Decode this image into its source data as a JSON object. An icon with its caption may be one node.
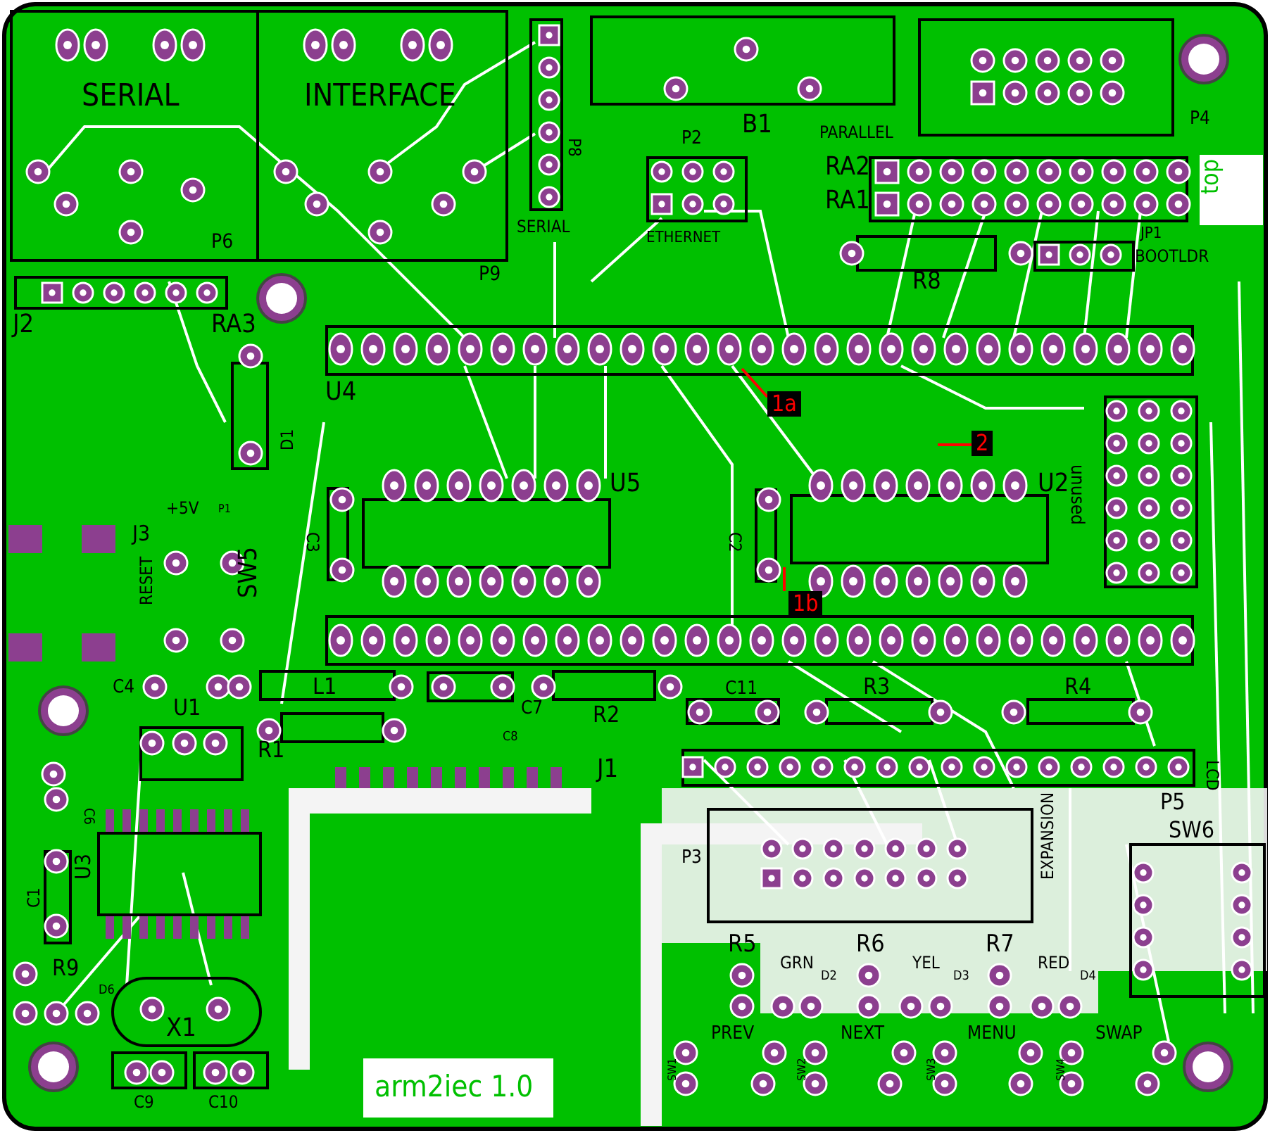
{
  "diagram": {
    "nodes": [
      {
        "text": [
          "1a"
        ]
      },
      {
        "text": [
          "1b"
        ]
      },
      {
        "text": [
          "2"
        ]
      }
    ],
    "edges": [
      {
        "from": 0,
        "to": null,
        "arrow": "none"
      },
      {
        "from": 1,
        "to": null,
        "arrow": "none"
      },
      {
        "from": 2,
        "to": null,
        "arrow": "none"
      }
    ],
    "labels": [
      "SERIAL",
      "INTERFACE",
      "P8",
      "B1",
      "PARALLEL",
      "P4",
      "P2",
      "ETHERNET",
      "SERIAL",
      "RA2",
      "RA1",
      "top",
      "P6",
      "P9",
      "JP1",
      "BOOTLDR",
      "J2",
      "RA3",
      "R8",
      "U4",
      "D1",
      "U5",
      "U2",
      "unused",
      "+5V",
      "P1",
      "J3",
      "C3",
      "C2",
      "RESET",
      "SW5",
      "C4",
      "U1",
      "L1",
      "C7",
      "R2",
      "C11",
      "R3",
      "R4",
      "C8",
      "R1",
      "J1",
      "LCD",
      "P5",
      "SW6",
      "C6",
      "U3",
      "C1",
      "P3",
      "EXPANSION",
      "R9",
      "D6",
      "R5",
      "GRN",
      "D2",
      "R6",
      "YEL",
      "D3",
      "R7",
      "RED",
      "D4",
      "X1",
      "PREV",
      "NEXT",
      "MENU",
      "SWAP",
      "SW1",
      "SW2",
      "SW3",
      "SW4",
      "C9",
      "C10",
      "arm2iec 1.0"
    ]
  }
}
